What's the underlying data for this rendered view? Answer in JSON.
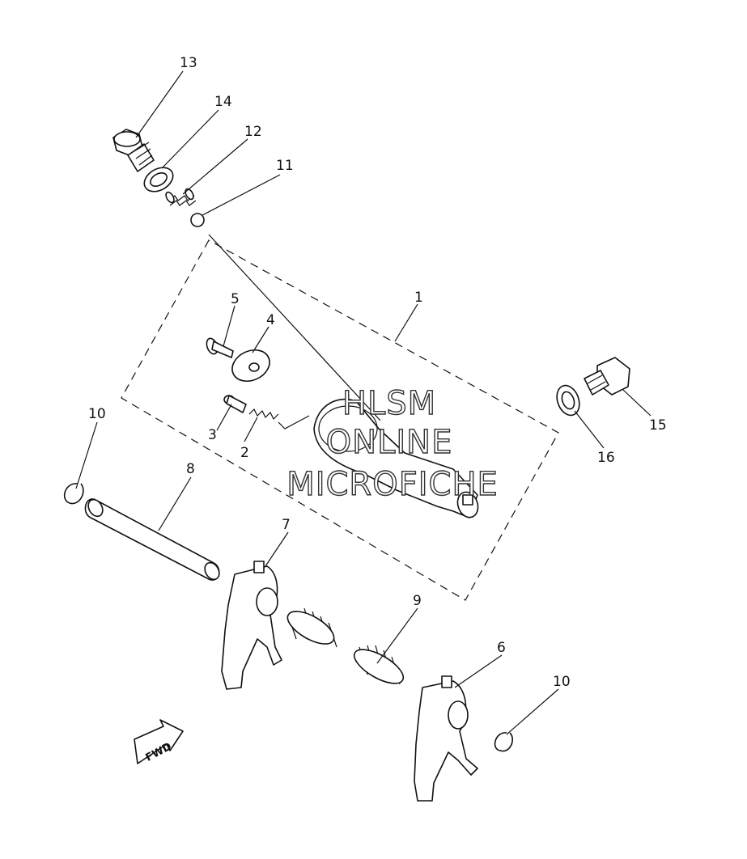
{
  "callouts": {
    "c1": "1",
    "c2": "2",
    "c3": "3",
    "c4": "4",
    "c5": "5",
    "c6": "6",
    "c7": "7",
    "c8": "8",
    "c9": "9",
    "c10a": "10",
    "c10b": "10",
    "c11": "11",
    "c12": "12",
    "c13": "13",
    "c14": "14",
    "c15": "15",
    "c16": "16"
  },
  "watermark": {
    "line1": "HLSM",
    "line2": "ONLINE",
    "line3": "MICROFICHE"
  },
  "direction_arrow": {
    "label": "FWD",
    "icon": "fwd-arrow-icon"
  }
}
